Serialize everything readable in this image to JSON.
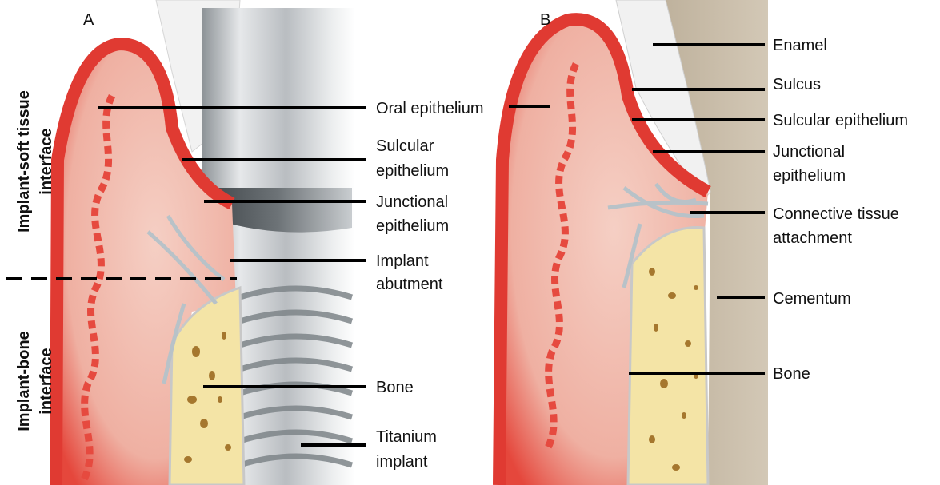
{
  "panels": {
    "a": "A",
    "b": "B"
  },
  "zones": {
    "soft_line1": "Implant-soft tissue",
    "soft_line2": "interface",
    "bone_line1": "Implant-bone",
    "bone_line2": "interface"
  },
  "labels_a": {
    "oral_epithelium": "Oral epithelium",
    "sulcular_1": "Sulcular",
    "sulcular_2": "epithelium",
    "junctional_1": "Junctional",
    "junctional_2": "epithelium",
    "abutment_1": "Implant",
    "abutment_2": "abutment",
    "bone": "Bone",
    "titanium_1": "Titanium",
    "titanium_2": "implant"
  },
  "labels_b": {
    "enamel": "Enamel",
    "sulcus": "Sulcus",
    "sulcular_epithelium": "Sulcular epithelium",
    "junctional_1": "Junctional",
    "junctional_2": "epithelium",
    "connective_1": "Connective tissue",
    "connective_2": "attachment",
    "cementum": "Cementum",
    "bone": "Bone"
  },
  "colors": {
    "gingiva_outer": "#e03a32",
    "gingiva_inner": "#f3c1b4",
    "bone": "#f4e4a6",
    "bone_pore": "#a5772e",
    "titanium": "#c9ccd0",
    "titanium_dark": "#5f6569",
    "enamel": "#f1f1f1",
    "dentin": "#c8bba8",
    "leader": "#000000"
  }
}
